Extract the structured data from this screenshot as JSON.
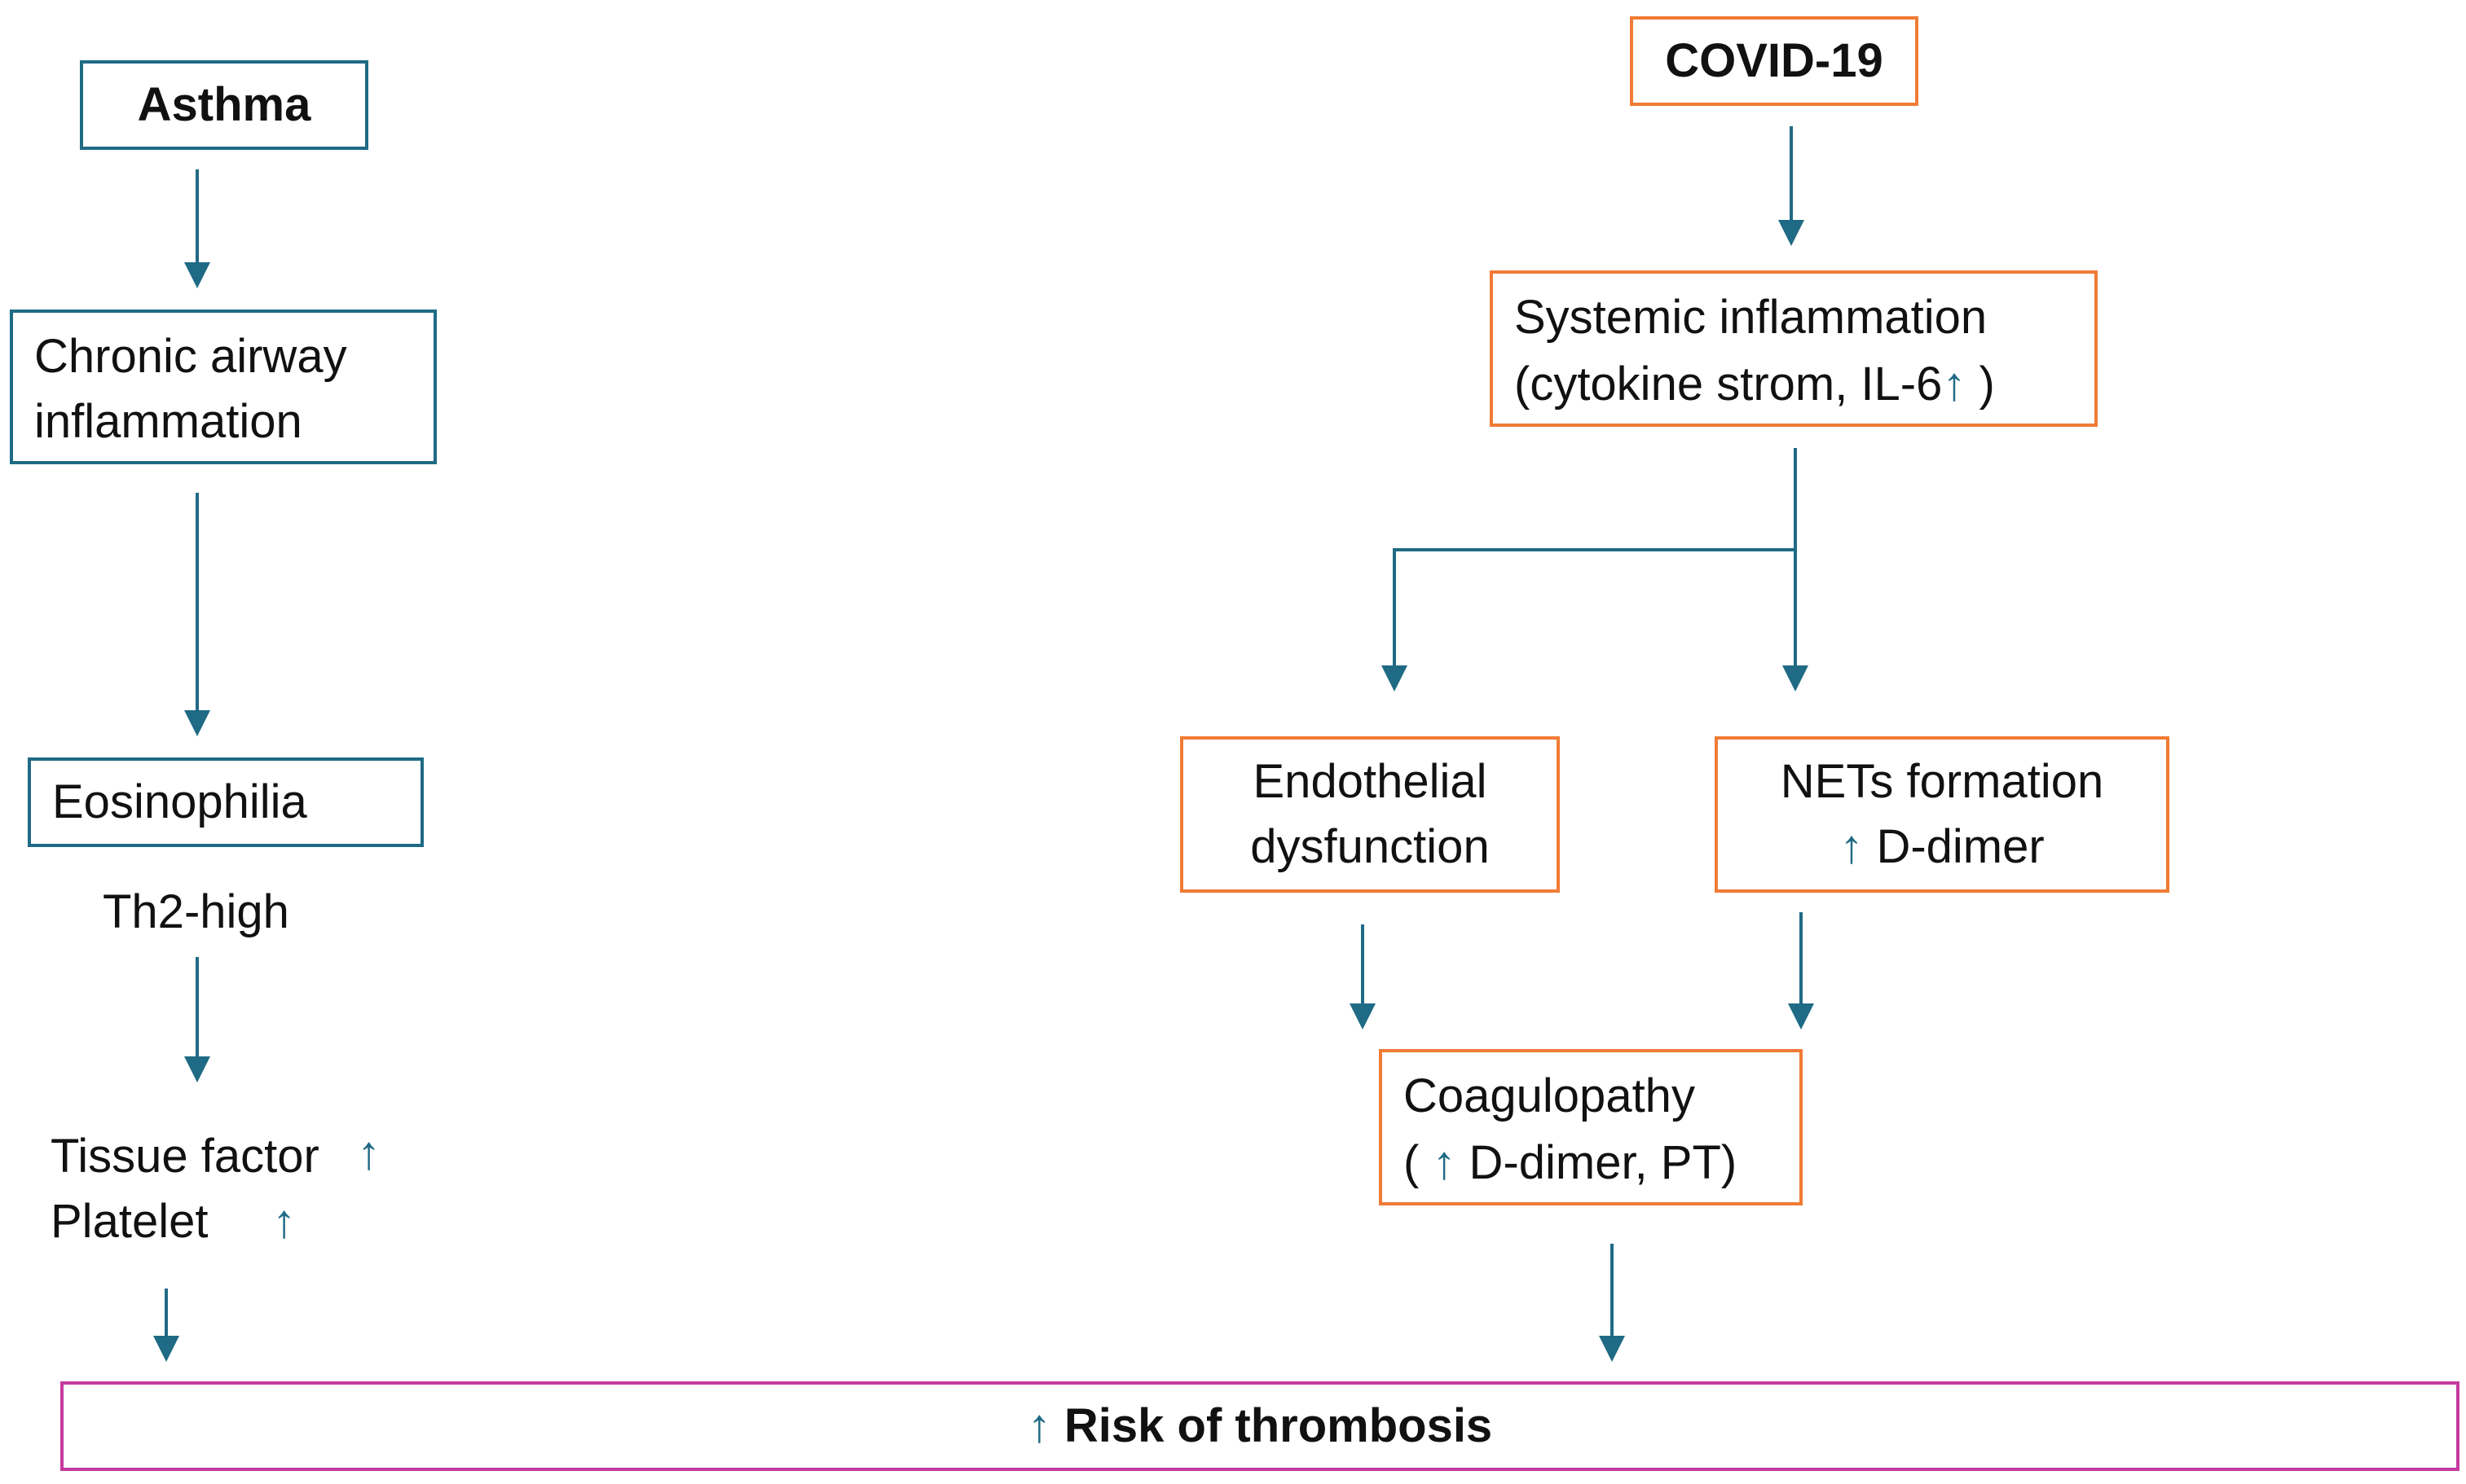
{
  "asthma": {
    "title": "Asthma",
    "chronic_line1": "Chronic airway",
    "chronic_line2": "inflammation",
    "eosinophilia": "Eosinophilia",
    "th2": "Th2-high",
    "tissue_factor": "Tissue factor",
    "platelet": "Platelet"
  },
  "covid": {
    "title": "COVID-19",
    "systemic_line1": "Systemic inflammation",
    "systemic_line2_pre": "(cytokine strom, IL-6",
    "systemic_line2_post": " )",
    "endothelial_line1": "Endothelial",
    "endothelial_line2": "dysfunction",
    "nets_line1": "NETs formation",
    "nets_line2": "D-dimer",
    "coag_line1": "Coagulopathy",
    "coag_line2_pre": "( ",
    "coag_line2_post": " D-dimer, PT)"
  },
  "outcome": {
    "label": "Risk of thrombosis"
  },
  "symbols": {
    "up_arrow": "↑"
  },
  "colors": {
    "asthma_border": "#1f6a84",
    "covid_border": "#f07b35",
    "outcome_border": "#c43a9e",
    "arrow": "#1f6a84"
  }
}
